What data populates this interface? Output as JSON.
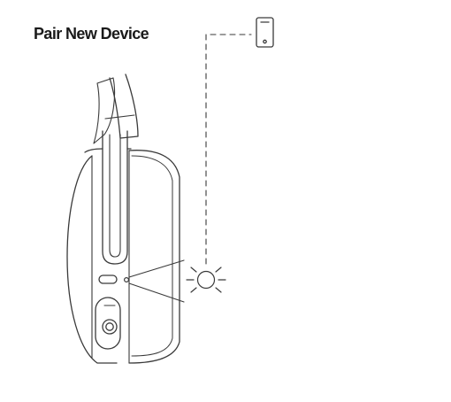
{
  "page": {
    "title": "Pair New Device"
  },
  "illustration": {
    "subject": "headphone-ear-cup",
    "status_light": "blinking",
    "target_device": "phone-icon",
    "colors": {
      "line": "#3a3a3a",
      "background": "#ffffff",
      "title": "#1a1a1a"
    }
  }
}
